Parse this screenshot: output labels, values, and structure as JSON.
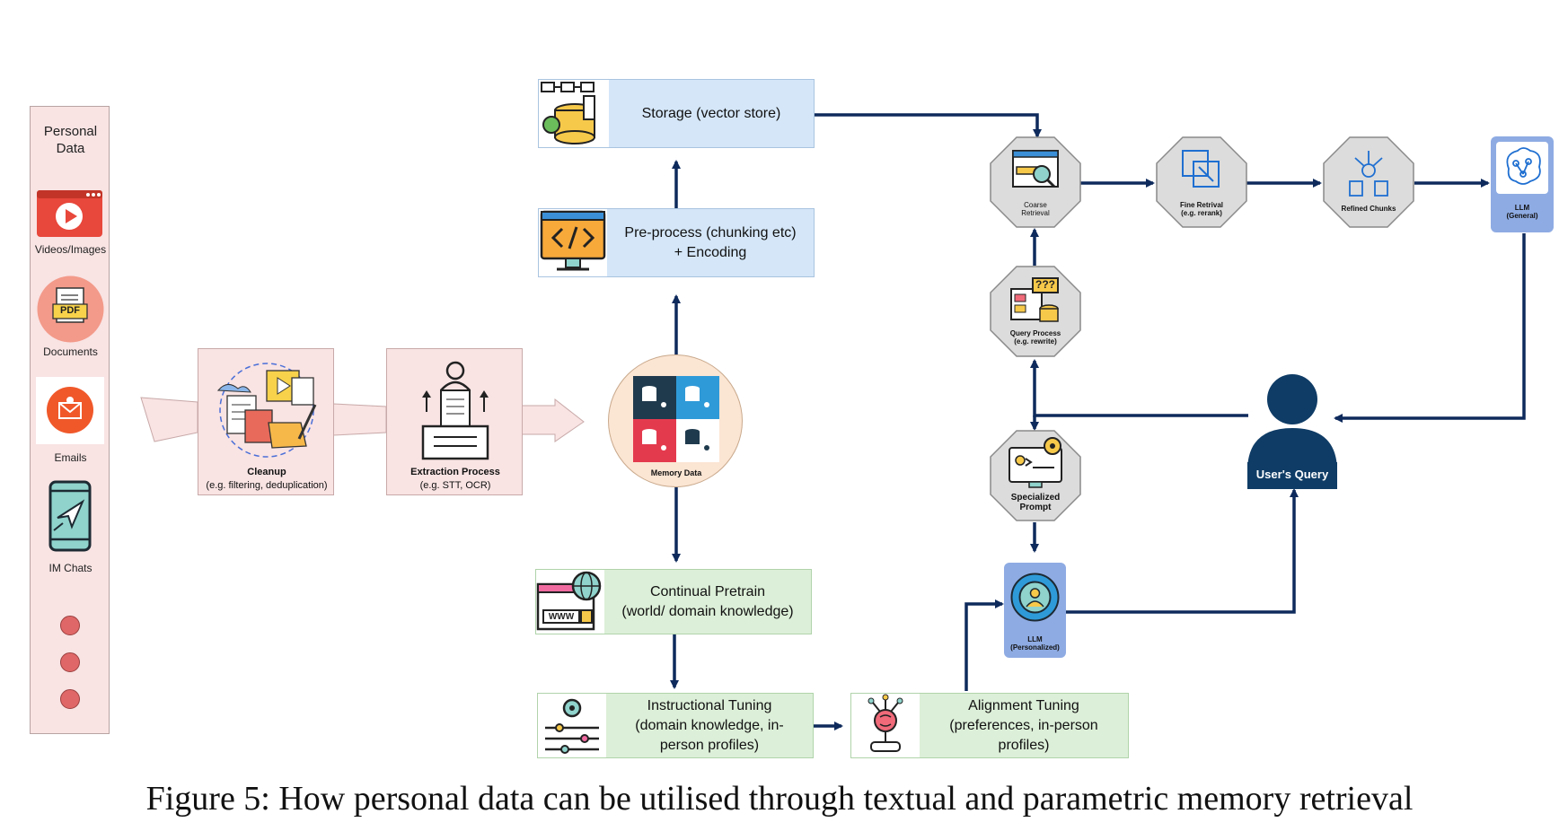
{
  "sidebar": {
    "title_line1": "Personal",
    "title_line2": "Data",
    "items": [
      {
        "label": "Videos/Images",
        "icon": "video-play-icon"
      },
      {
        "label": "Documents",
        "icon": "pdf-document-icon"
      },
      {
        "label": "Emails",
        "icon": "email-icon"
      },
      {
        "label": "IM Chats",
        "icon": "phone-chat-icon"
      }
    ]
  },
  "cleanup": {
    "title": "Cleanup",
    "subtitle": "(e.g. filtering, deduplication)"
  },
  "extraction": {
    "title": "Extraction Process",
    "subtitle": "(e.g. STT, OCR)"
  },
  "memory": {
    "label": "Memory Data"
  },
  "storage": {
    "label": "Storage (vector store)"
  },
  "preprocess": {
    "line1": "Pre-process (chunking etc)",
    "line2": "+ Encoding"
  },
  "pretrain": {
    "line1": "Continual Pretrain",
    "line2": "(world/ domain knowledge)",
    "icon_text": "WWW"
  },
  "instruct": {
    "line1": "Instructional Tuning",
    "line2": "(domain knowledge, in-",
    "line3": "person profiles)"
  },
  "align": {
    "line1": "Alignment Tuning",
    "line2": "(preferences, in-person",
    "line3": "profiles)"
  },
  "coarse": {
    "line1": "Coarse",
    "line2": "Retrieval"
  },
  "fine": {
    "line1": "Fine Retrival",
    "line2": "(e.g. rerank)"
  },
  "refined": {
    "label": "Refined Chunks"
  },
  "llm_general": {
    "line1": "LLM",
    "line2": "(General)"
  },
  "query_process": {
    "line1": "Query Process",
    "line2": "(e.g. rewrite)",
    "icon_text": "???"
  },
  "specialized": {
    "line1": "Specialized",
    "line2": "Prompt"
  },
  "llm_personal": {
    "line1": "LLM",
    "line2": "(Personalized)"
  },
  "user_query": {
    "label": "User's Query"
  },
  "pdf_badge": "PDF",
  "caption": "Figure 5: How personal data can be utilised through textual and parametric memory retrieval",
  "colors": {
    "arrow": "#0e2a5c",
    "blue_box": "#d4e6f8",
    "green_box": "#dcefd8",
    "pink_box": "#f9e3e3",
    "user": "#0f3c66"
  }
}
